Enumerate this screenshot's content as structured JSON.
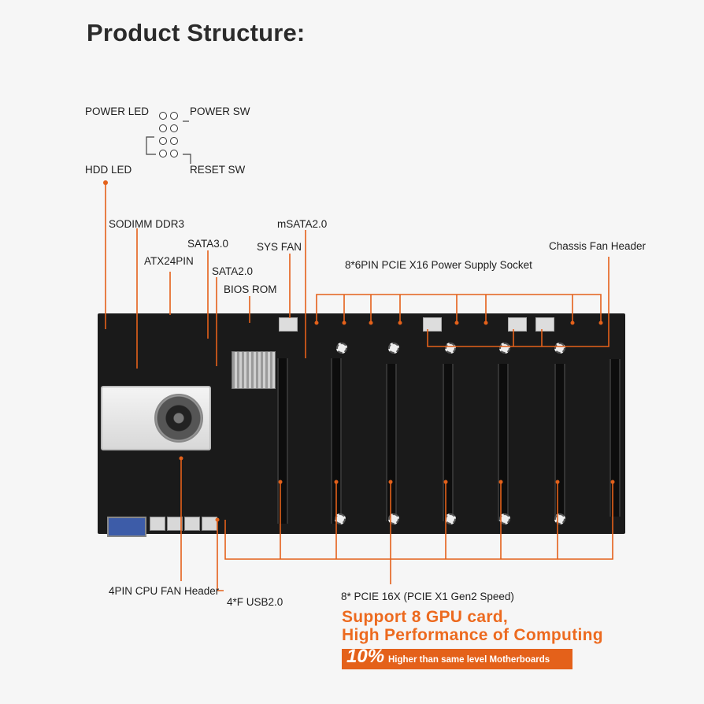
{
  "title": "Product Structure:",
  "connector_labels": {
    "power_led": "POWER LED",
    "power_sw": "POWER SW",
    "hdd_led": "HDD  LED",
    "reset_sw": "RESET SW"
  },
  "component_labels": {
    "sodimm": "SODIMM DDR3",
    "sata3": "SATA3.0",
    "atx24": "ATX24PIN",
    "sata2": "SATA2.0",
    "sys_fan": "SYS FAN",
    "bios_rom": "BIOS ROM",
    "msata": "mSATA2.0",
    "pcie_power": "8*6PIN PCIE X16 Power Supply Socket",
    "chassis_fan": "Chassis Fan Header",
    "cpu_fan": "4PIN CPU FAN Header",
    "usb": "4*F USB2.0",
    "pcie_slots": "8* PCIE 16X (PCIE X1 Gen2 Speed)"
  },
  "promo": {
    "line1": "Support 8 GPU card,",
    "line2": "High Performance of Computing",
    "percent": "10%",
    "tail": "Higher than same level Motherboards"
  },
  "colors": {
    "accent": "#e4611a",
    "board": "#1a1a1a",
    "background": "#f6f6f6"
  }
}
